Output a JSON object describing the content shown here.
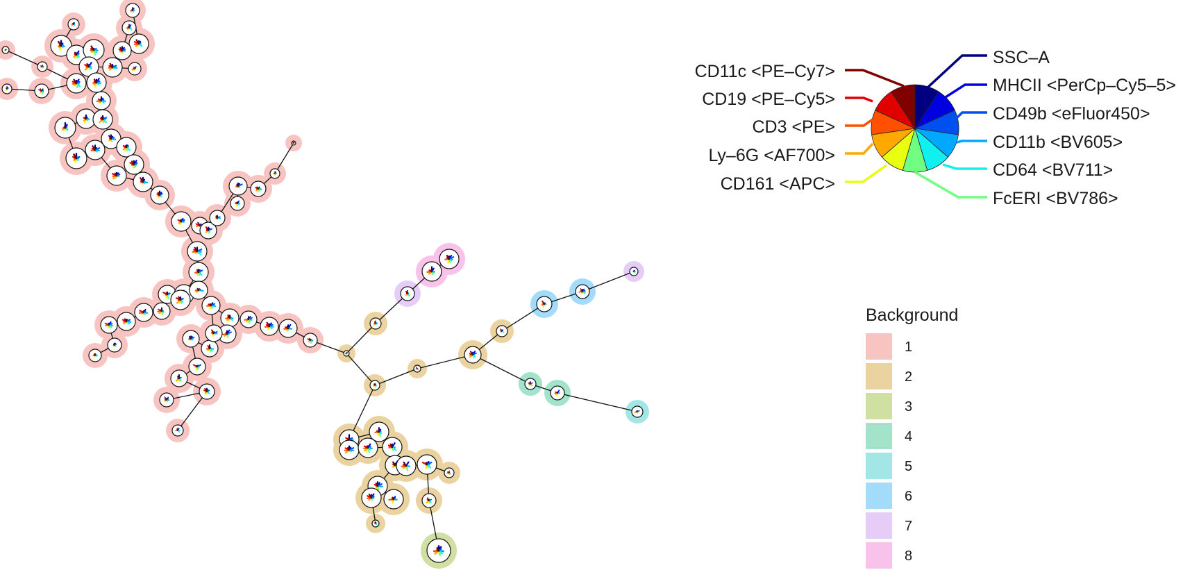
{
  "figure": {
    "marker_legend": [
      {
        "id": "ssc",
        "label": "SSC–A",
        "color": "#000080"
      },
      {
        "id": "mhcii",
        "label": "MHCII <PerCp–Cy5–5>",
        "color": "#0000e0"
      },
      {
        "id": "cd49b",
        "label": "CD49b <eFluor450>",
        "color": "#0050f0"
      },
      {
        "id": "cd11b",
        "label": "CD11b <BV605>",
        "color": "#00a8ff"
      },
      {
        "id": "cd64",
        "label": "CD64 <BV711>",
        "color": "#10f0f0"
      },
      {
        "id": "fceri",
        "label": "FcERI <BV786>",
        "color": "#70ff80"
      },
      {
        "id": "cd161",
        "label": "CD161 <APC>",
        "color": "#e8ff10"
      },
      {
        "id": "ly6g",
        "label": "Ly–6G <AF700>",
        "color": "#ffa800"
      },
      {
        "id": "cd3",
        "label": "CD3 <PE>",
        "color": "#ff5000"
      },
      {
        "id": "cd19",
        "label": "CD19 <PE–Cy5>",
        "color": "#e00000"
      },
      {
        "id": "cd11c",
        "label": "CD11c <PE–Cy7>",
        "color": "#800000"
      }
    ],
    "background_legend": {
      "title": "Background",
      "items": [
        {
          "label": "1",
          "color": "#f8c4c2"
        },
        {
          "label": "2",
          "color": "#ead3a0"
        },
        {
          "label": "3",
          "color": "#cfe0a2"
        },
        {
          "label": "4",
          "color": "#a3e3c9"
        },
        {
          "label": "5",
          "color": "#a3e6e6"
        },
        {
          "label": "6",
          "color": "#a3dcfa"
        },
        {
          "label": "7",
          "color": "#e6cdf7"
        },
        {
          "label": "8",
          "color": "#f9c2ea"
        }
      ]
    }
  }
}
